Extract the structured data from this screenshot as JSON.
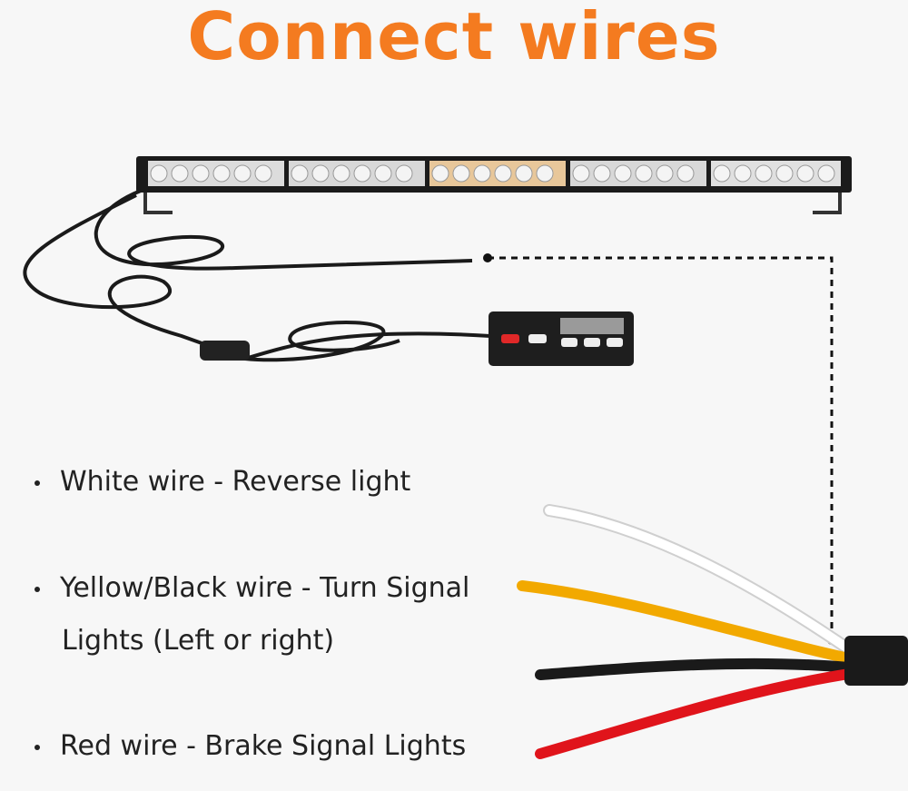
{
  "title": "Connect wires",
  "bullets": [
    {
      "text": "White wire - Reverse light"
    },
    {
      "text": "Yellow/Black wire - Turn Signal",
      "continuation": "Lights (Left or right)"
    },
    {
      "text": "Red wire - Brake Signal Lights"
    }
  ],
  "colors": {
    "title": "#f47b20",
    "white_wire": "#ffffff",
    "yellow_wire": "#f2a900",
    "black_wire": "#1a1a1a",
    "red_wire": "#e0141b"
  }
}
